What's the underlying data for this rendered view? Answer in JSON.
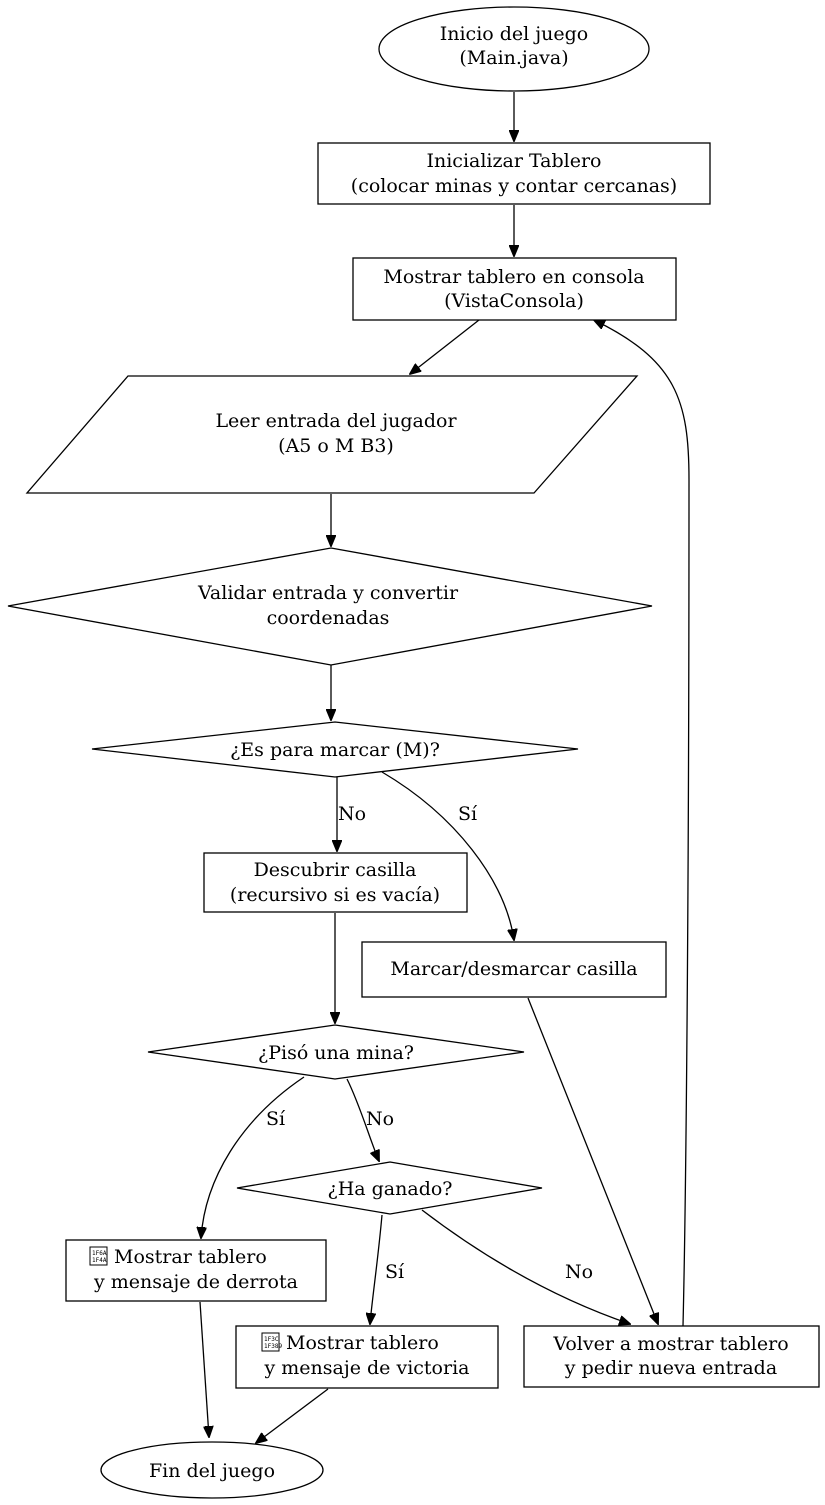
{
  "nodes": {
    "start": {
      "lines": [
        "Inicio del juego",
        "(Main.java)"
      ]
    },
    "init_board": {
      "lines": [
        "Inicializar Tablero",
        "(colocar minas y contar cercanas)"
      ]
    },
    "show_board": {
      "lines": [
        "Mostrar tablero en consola",
        "(VistaConsola)"
      ]
    },
    "read_input": {
      "lines": [
        "Leer entrada del jugador",
        "(A5 o M B3)"
      ]
    },
    "validate": {
      "lines": [
        "Validar entrada y convertir",
        "coordenadas"
      ]
    },
    "is_mark": {
      "lines": [
        "¿Es para marcar (M)?"
      ]
    },
    "uncover": {
      "lines": [
        "Descubrir casilla",
        "(recursivo si es vacía)"
      ]
    },
    "toggle_mark": {
      "lines": [
        "Marcar/desmarcar casilla"
      ]
    },
    "hit_mine": {
      "lines": [
        "¿Pisó una mina?"
      ]
    },
    "has_won": {
      "lines": [
        "¿Ha ganado?"
      ]
    },
    "defeat": {
      "lines": [
        "Mostrar tablero",
        "y mensaje de derrota"
      ],
      "icon": "missing-glyph-box-icon"
    },
    "victory": {
      "lines": [
        "Mostrar tablero",
        "y mensaje de victoria"
      ],
      "icon": "missing-glyph-box-icon"
    },
    "redisplay": {
      "lines": [
        "Volver a mostrar tablero",
        "y pedir nueva entrada"
      ]
    },
    "end": {
      "lines": [
        "Fin del juego"
      ]
    }
  },
  "edges": {
    "is_mark_no": "No",
    "is_mark_yes": "Sí",
    "hit_mine_yes": "Sí",
    "hit_mine_no": "No",
    "has_won_yes": "Sí",
    "has_won_no": "No"
  },
  "glyphs": {
    "defeat_box": [
      "1F6A",
      "1F4A"
    ],
    "victory_box": [
      "1F3C",
      "1F389"
    ]
  },
  "colors": {
    "stroke": "#000000",
    "fill": "#ffffff",
    "text": "#000000"
  }
}
